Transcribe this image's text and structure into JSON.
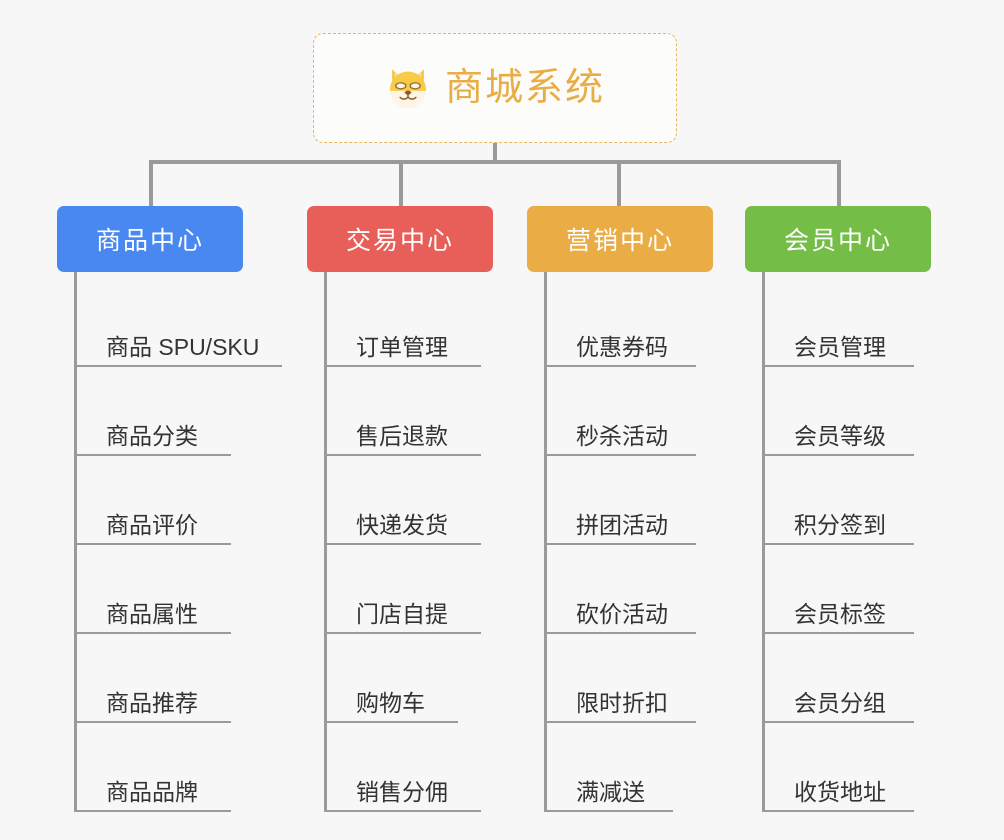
{
  "root": {
    "title": "商城系统",
    "icon": "shiba-dog-face-icon",
    "border_color": "#e8b75a",
    "text_color": "#eaad46"
  },
  "connector_color": "#9a9a9a",
  "background_color": "#f7f7f7",
  "columns": [
    {
      "id": "product-center",
      "title": "商品中心",
      "color": "#4888f0",
      "items": [
        "商品 SPU/SKU",
        "商品分类",
        "商品评价",
        "商品属性",
        "商品推荐",
        "商品品牌"
      ]
    },
    {
      "id": "trade-center",
      "title": "交易中心",
      "color": "#e85f5a",
      "items": [
        "订单管理",
        "售后退款",
        "快递发货",
        "门店自提",
        "购物车",
        "销售分佣"
      ]
    },
    {
      "id": "marketing-center",
      "title": "营销中心",
      "color": "#eaad46",
      "items": [
        "优惠券码",
        "秒杀活动",
        "拼团活动",
        "砍价活动",
        "限时折扣",
        "满减送"
      ]
    },
    {
      "id": "member-center",
      "title": "会员中心",
      "color": "#74bd46",
      "items": [
        "会员管理",
        "会员等级",
        "积分签到",
        "会员标签",
        "会员分组",
        "收货地址"
      ]
    }
  ]
}
